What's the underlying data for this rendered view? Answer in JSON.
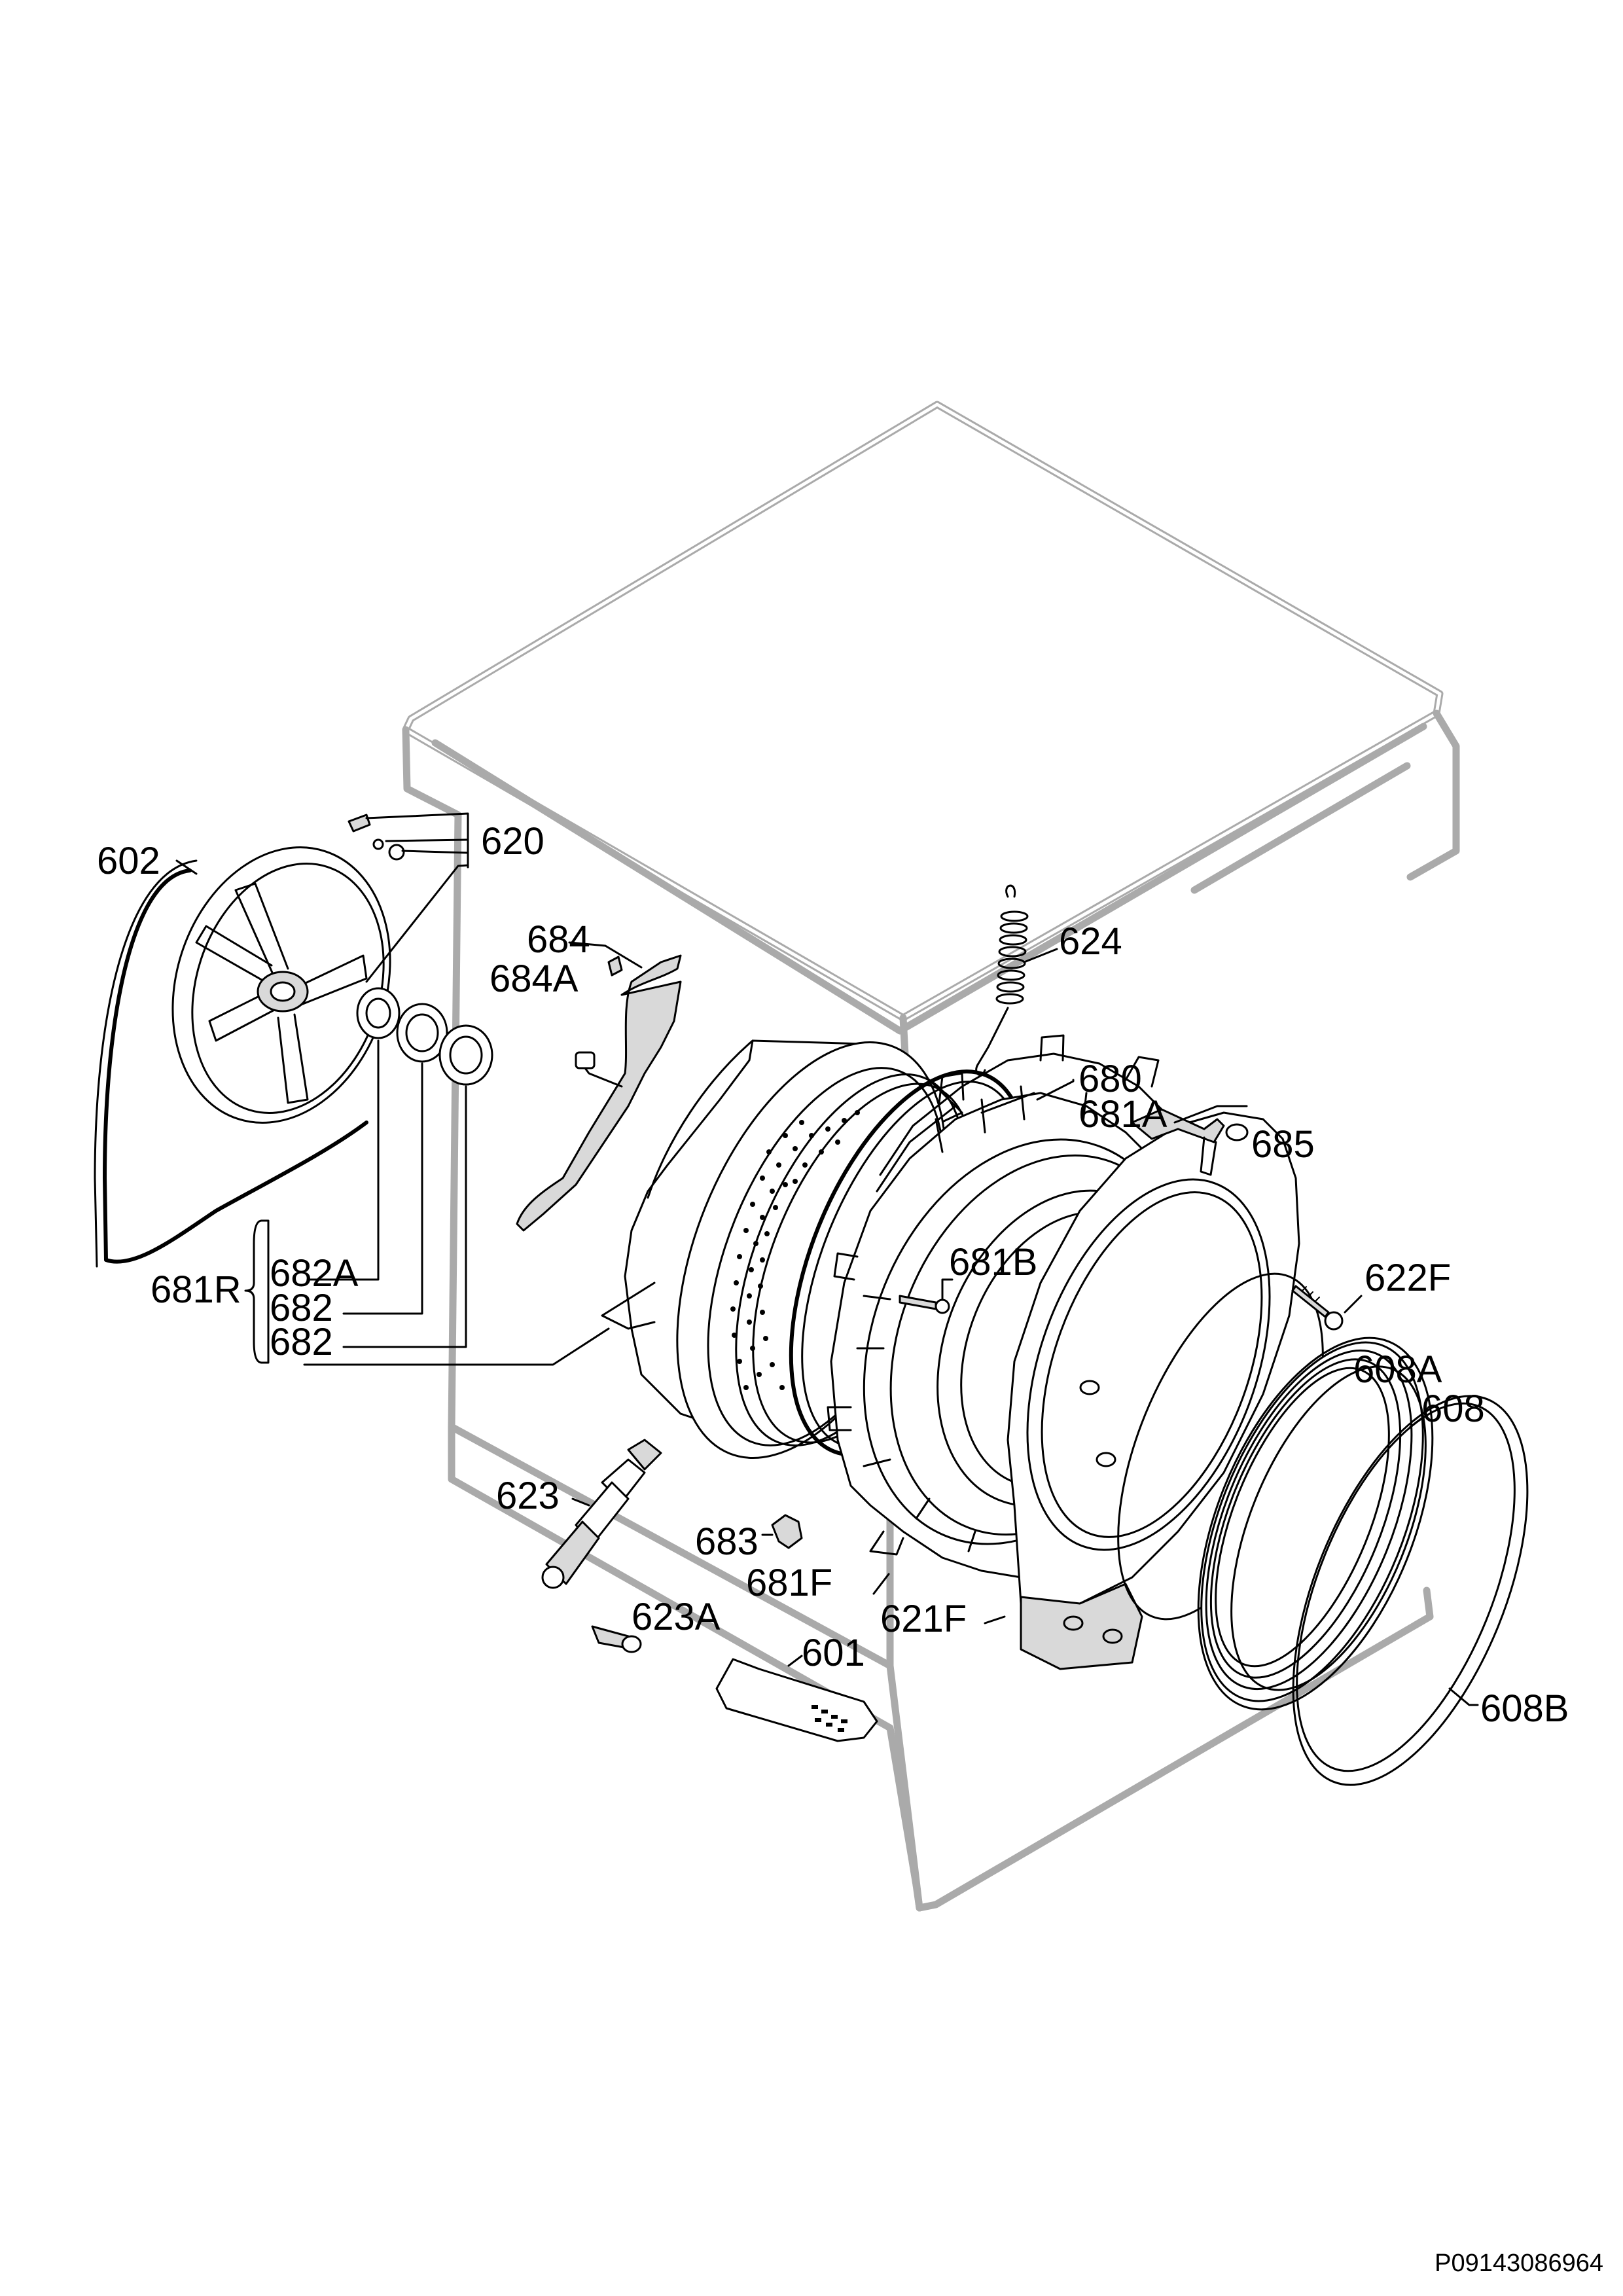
{
  "diagram": {
    "reference_code": "P09143086964",
    "parts": [
      {
        "id": "602",
        "label": "602"
      },
      {
        "id": "620",
        "label": "620"
      },
      {
        "id": "684",
        "label": "684"
      },
      {
        "id": "684A",
        "label": "684A"
      },
      {
        "id": "624",
        "label": "624"
      },
      {
        "id": "680",
        "label": "680"
      },
      {
        "id": "681A",
        "label": "681A"
      },
      {
        "id": "685",
        "label": "685"
      },
      {
        "id": "681B",
        "label": "681B"
      },
      {
        "id": "622F",
        "label": "622F"
      },
      {
        "id": "608A",
        "label": "608A"
      },
      {
        "id": "608",
        "label": "608"
      },
      {
        "id": "682A",
        "label": "682A"
      },
      {
        "id": "681R",
        "label": "681R"
      },
      {
        "id": "682-1",
        "label": "682"
      },
      {
        "id": "682-2",
        "label": "682"
      },
      {
        "id": "623",
        "label": "623"
      },
      {
        "id": "683",
        "label": "683"
      },
      {
        "id": "681F",
        "label": "681F"
      },
      {
        "id": "623A",
        "label": "623A"
      },
      {
        "id": "621F",
        "label": "621F"
      },
      {
        "id": "601",
        "label": "601"
      },
      {
        "id": "608B",
        "label": "608B"
      }
    ]
  }
}
